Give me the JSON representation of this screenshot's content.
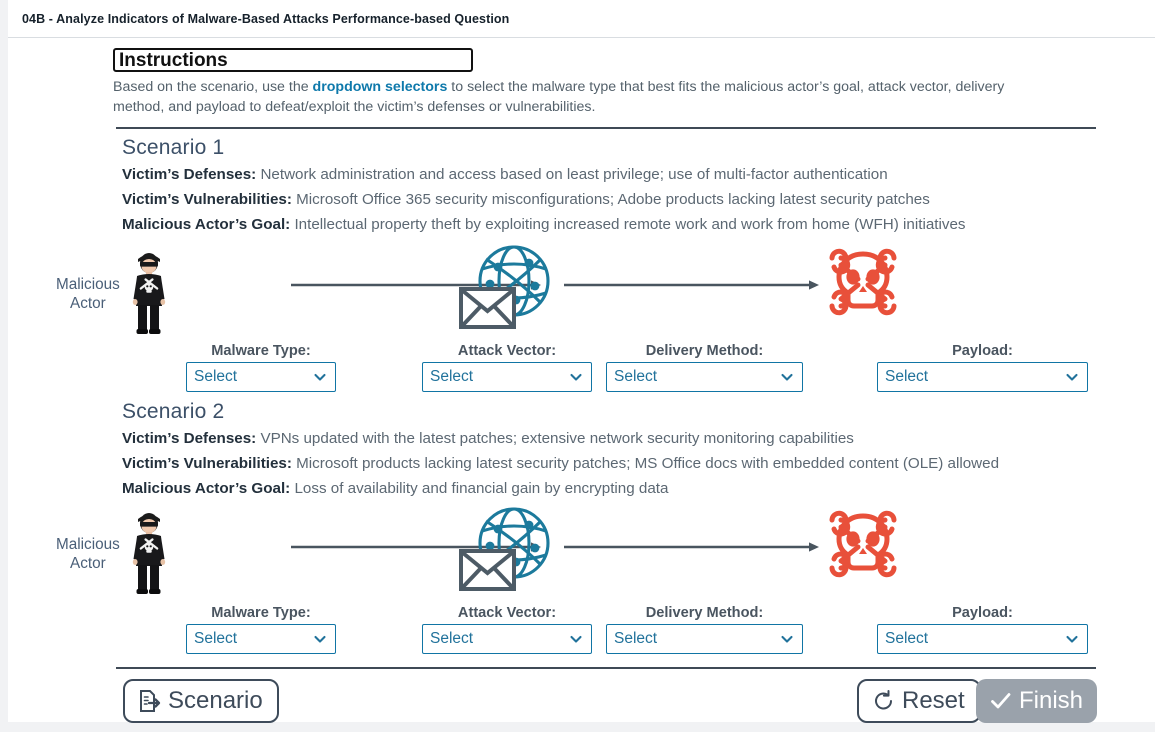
{
  "window": {
    "title": "04B - Analyze Indicators of Malware-Based Attacks Performance-based Question"
  },
  "instructions": {
    "heading": "Instructions",
    "text_before": "Based on the scenario, use the ",
    "highlight": "dropdown selectors",
    "text_after": " to select the malware type that best fits the malicious actor’s goal, attack vector, delivery method, and payload to defeat/exploit the victim’s defenses or vulnerabilities."
  },
  "labels": {
    "defenses": "Victim’s Defenses:",
    "vulnerabilities": "Victim’s Vulnerabilities:",
    "goal": "Malicious Actor’s Goal:",
    "actor_line1": "Malicious",
    "actor_line2": "Actor",
    "malware_type": "Malware Type:",
    "attack_vector": "Attack Vector:",
    "delivery_method": "Delivery Method:",
    "payload": "Payload:",
    "select_placeholder": "Select"
  },
  "scenarios": [
    {
      "title": "Scenario 1",
      "defenses": " Network administration and access based on least privilege; use of multi-factor authentication",
      "vulnerabilities": " Microsoft Office 365 security misconfigurations; Adobe products lacking latest security patches",
      "goal": " Intellectual property theft by exploiting increased remote work and work from home (WFH) initiatives",
      "selections": {
        "malware_type": "Select",
        "attack_vector": "Select",
        "delivery_method": "Select",
        "payload": "Select"
      }
    },
    {
      "title": "Scenario 2",
      "defenses": " VPNs updated with the latest patches; extensive network security monitoring capabilities",
      "vulnerabilities": " Microsoft products lacking latest security patches; MS Office docs with embedded content (OLE) allowed",
      "goal": " Loss of availability and financial gain by encrypting data",
      "selections": {
        "malware_type": "Select",
        "attack_vector": "Select",
        "delivery_method": "Select",
        "payload": "Select"
      }
    }
  ],
  "footer": {
    "scenario_button": "Scenario",
    "reset_button": "Reset",
    "finish_button": "Finish",
    "finish_enabled": false
  },
  "colors": {
    "accent_blue": "#0e79ab",
    "select_border": "#1175a5",
    "select_text": "#21729b",
    "heading_slate": "#3c5068",
    "body_grey": "#5c6873",
    "globe_teal": "#1c7a9c",
    "envelope_grey": "#4d5b66",
    "skull_red": "#e8503a",
    "arrow_grey": "#49555f",
    "button_outline": "#3e4b5a",
    "button_disabled_bg": "#9aa2ab",
    "page_bg": "#f1f2f4"
  }
}
